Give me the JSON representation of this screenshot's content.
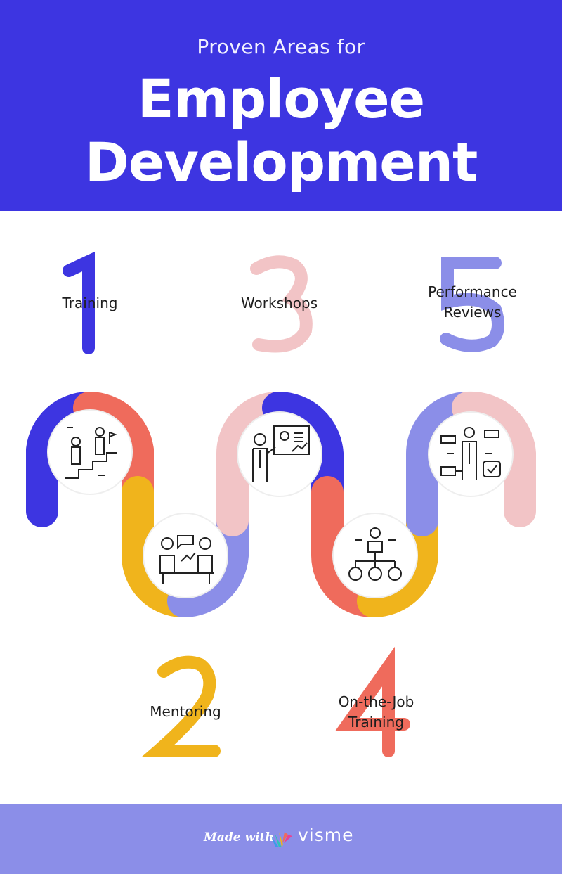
{
  "header": {
    "subtitle": "Proven Areas for",
    "title_line1": "Employee",
    "title_line2": "Development"
  },
  "steps": [
    {
      "number": "1",
      "label_lines": [
        "Training"
      ],
      "color": "#3d35e1",
      "icon": "staircase-team-icon"
    },
    {
      "number": "2",
      "label_lines": [
        "Mentoring"
      ],
      "color": "#f0b41c",
      "icon": "mentoring-conversation-icon"
    },
    {
      "number": "3",
      "label_lines": [
        "Workshops"
      ],
      "color": "#f2c4c6",
      "icon": "presentation-icon"
    },
    {
      "number": "4",
      "label_lines": [
        "On-the-Job",
        "Training"
      ],
      "color": "#ef6b5c",
      "icon": "org-chart-icon"
    },
    {
      "number": "5",
      "label_lines": [
        "Performance",
        "Reviews"
      ],
      "color": "#8b8ee8",
      "icon": "review-checklist-icon"
    }
  ],
  "colors": {
    "header_bg": "#3d35e1",
    "blue": "#3d35e1",
    "coral": "#ef6b5c",
    "yellow": "#f0b41c",
    "lavender": "#8b8ee8",
    "pink": "#f2c4c6",
    "footer_bg": "#8b8ee8"
  },
  "footer": {
    "made_with": "Made with",
    "brand": "visme",
    "brand_icon": "visme-logo-icon"
  }
}
